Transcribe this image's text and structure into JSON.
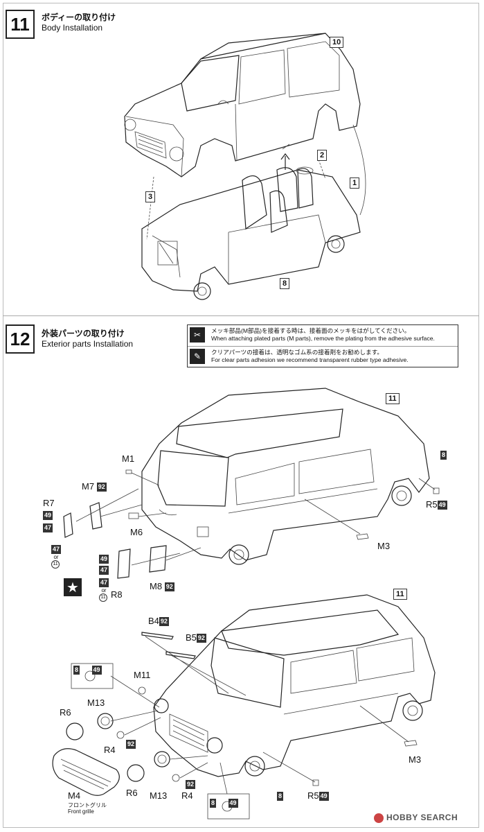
{
  "steps": [
    {
      "number": "11",
      "title_jp": "ボディーの取り付け",
      "title_en": "Body Installation"
    },
    {
      "number": "12",
      "title_jp": "外装パーツの取り付け",
      "title_en": "Exterior parts Installation"
    }
  ],
  "step11_callouts": {
    "body_ref": "10",
    "chassis_ref": "8",
    "pin1": "1",
    "pin2": "2",
    "pin3": "3"
  },
  "notes": [
    {
      "icon": "plating-icon",
      "jp": "メッキ部品(M部品)を接着する時は、接着面のメッキをはがしてください。",
      "en": "When attaching plated parts (M parts), remove the plating from the adhesive surface."
    },
    {
      "icon": "glue-icon",
      "jp": "クリアパーツの接着は、透明なゴム系の接着剤をお勧めします。",
      "en": "For clear parts adhesion we recommend transparent rubber type adhesive."
    }
  ],
  "step12_upper": {
    "car_ref": "11",
    "rear_ref": "8",
    "M1": "M1",
    "M7": "M7",
    "M7_color": "92",
    "R7": "R7",
    "R7_c1": "49",
    "R7_c2": "47",
    "R7_c3": "47",
    "or": "or",
    "R7_c4": "11",
    "M6": "M6",
    "R8": "R8",
    "R8_c1": "49",
    "R8_c2": "47",
    "R8_c3": "47",
    "R8_c4": "11",
    "M8": "M8",
    "M8_color": "92",
    "M3": "M3",
    "R5": "R5",
    "R5_color": "49"
  },
  "step12_lower": {
    "car_ref": "11",
    "B4": "B4",
    "B4_color": "92",
    "B5": "B5",
    "B5_color": "92",
    "M11": "M11",
    "M13a": "M13",
    "M13b": "M13",
    "R6a": "R6",
    "R6b": "R6",
    "R4a": "R4",
    "R4a_color": "92",
    "R4b": "R4",
    "R4b_color": "92",
    "M4": "M4",
    "M4_jp": "フロントグリル",
    "M4_en": "Front grille",
    "M3": "M3",
    "R5": "R5",
    "R5_color": "49",
    "ref8": "8",
    "detail1_ref": "8",
    "detail1_color": "49",
    "detail2_ref": "8",
    "detail2_color": "49"
  },
  "watermark": "HOBBY SEARCH"
}
